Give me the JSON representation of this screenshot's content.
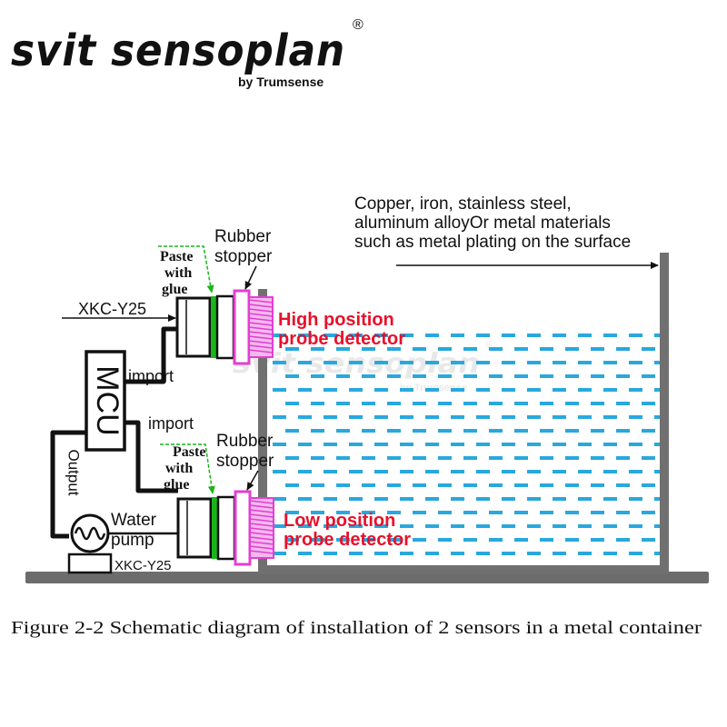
{
  "brand": {
    "name": "svit sensoplan",
    "registered": "®",
    "tagline": "by Trumsense"
  },
  "labels": {
    "metal_materials": [
      "Copper, iron, stainless steel,",
      "aluminum alloyOr metal materials",
      "such as metal plating on the surface"
    ],
    "rubber_stopper_top": [
      "Rubber",
      "stopper"
    ],
    "rubber_stopper_bottom": [
      "Rubber",
      "stopper"
    ],
    "paste_glue_top": [
      "Paste",
      "with",
      "glue"
    ],
    "paste_glue_bottom": [
      "Paste",
      "with",
      "glue"
    ],
    "sensor_model_top": "XKC-Y25",
    "sensor_model_bottom": "XKC-Y25",
    "high_probe": [
      "High position",
      "probe detector"
    ],
    "low_probe": [
      "Low position",
      "probe detector"
    ],
    "import_top": "import",
    "import_bottom": "import",
    "mcu": "MCU",
    "output": "Output",
    "water_pump": [
      "Water",
      "pump"
    ]
  },
  "caption": "Figure 2-2 Schematic diagram of installation of 2 sensors in a metal container",
  "colors": {
    "probe_label": "#e8102a",
    "sensor_fitting": "#e23fd2",
    "glue_annotation": "#19b51b",
    "water_dash": "#29a8dd",
    "container_wall": "#707070",
    "ink": "#111111"
  }
}
